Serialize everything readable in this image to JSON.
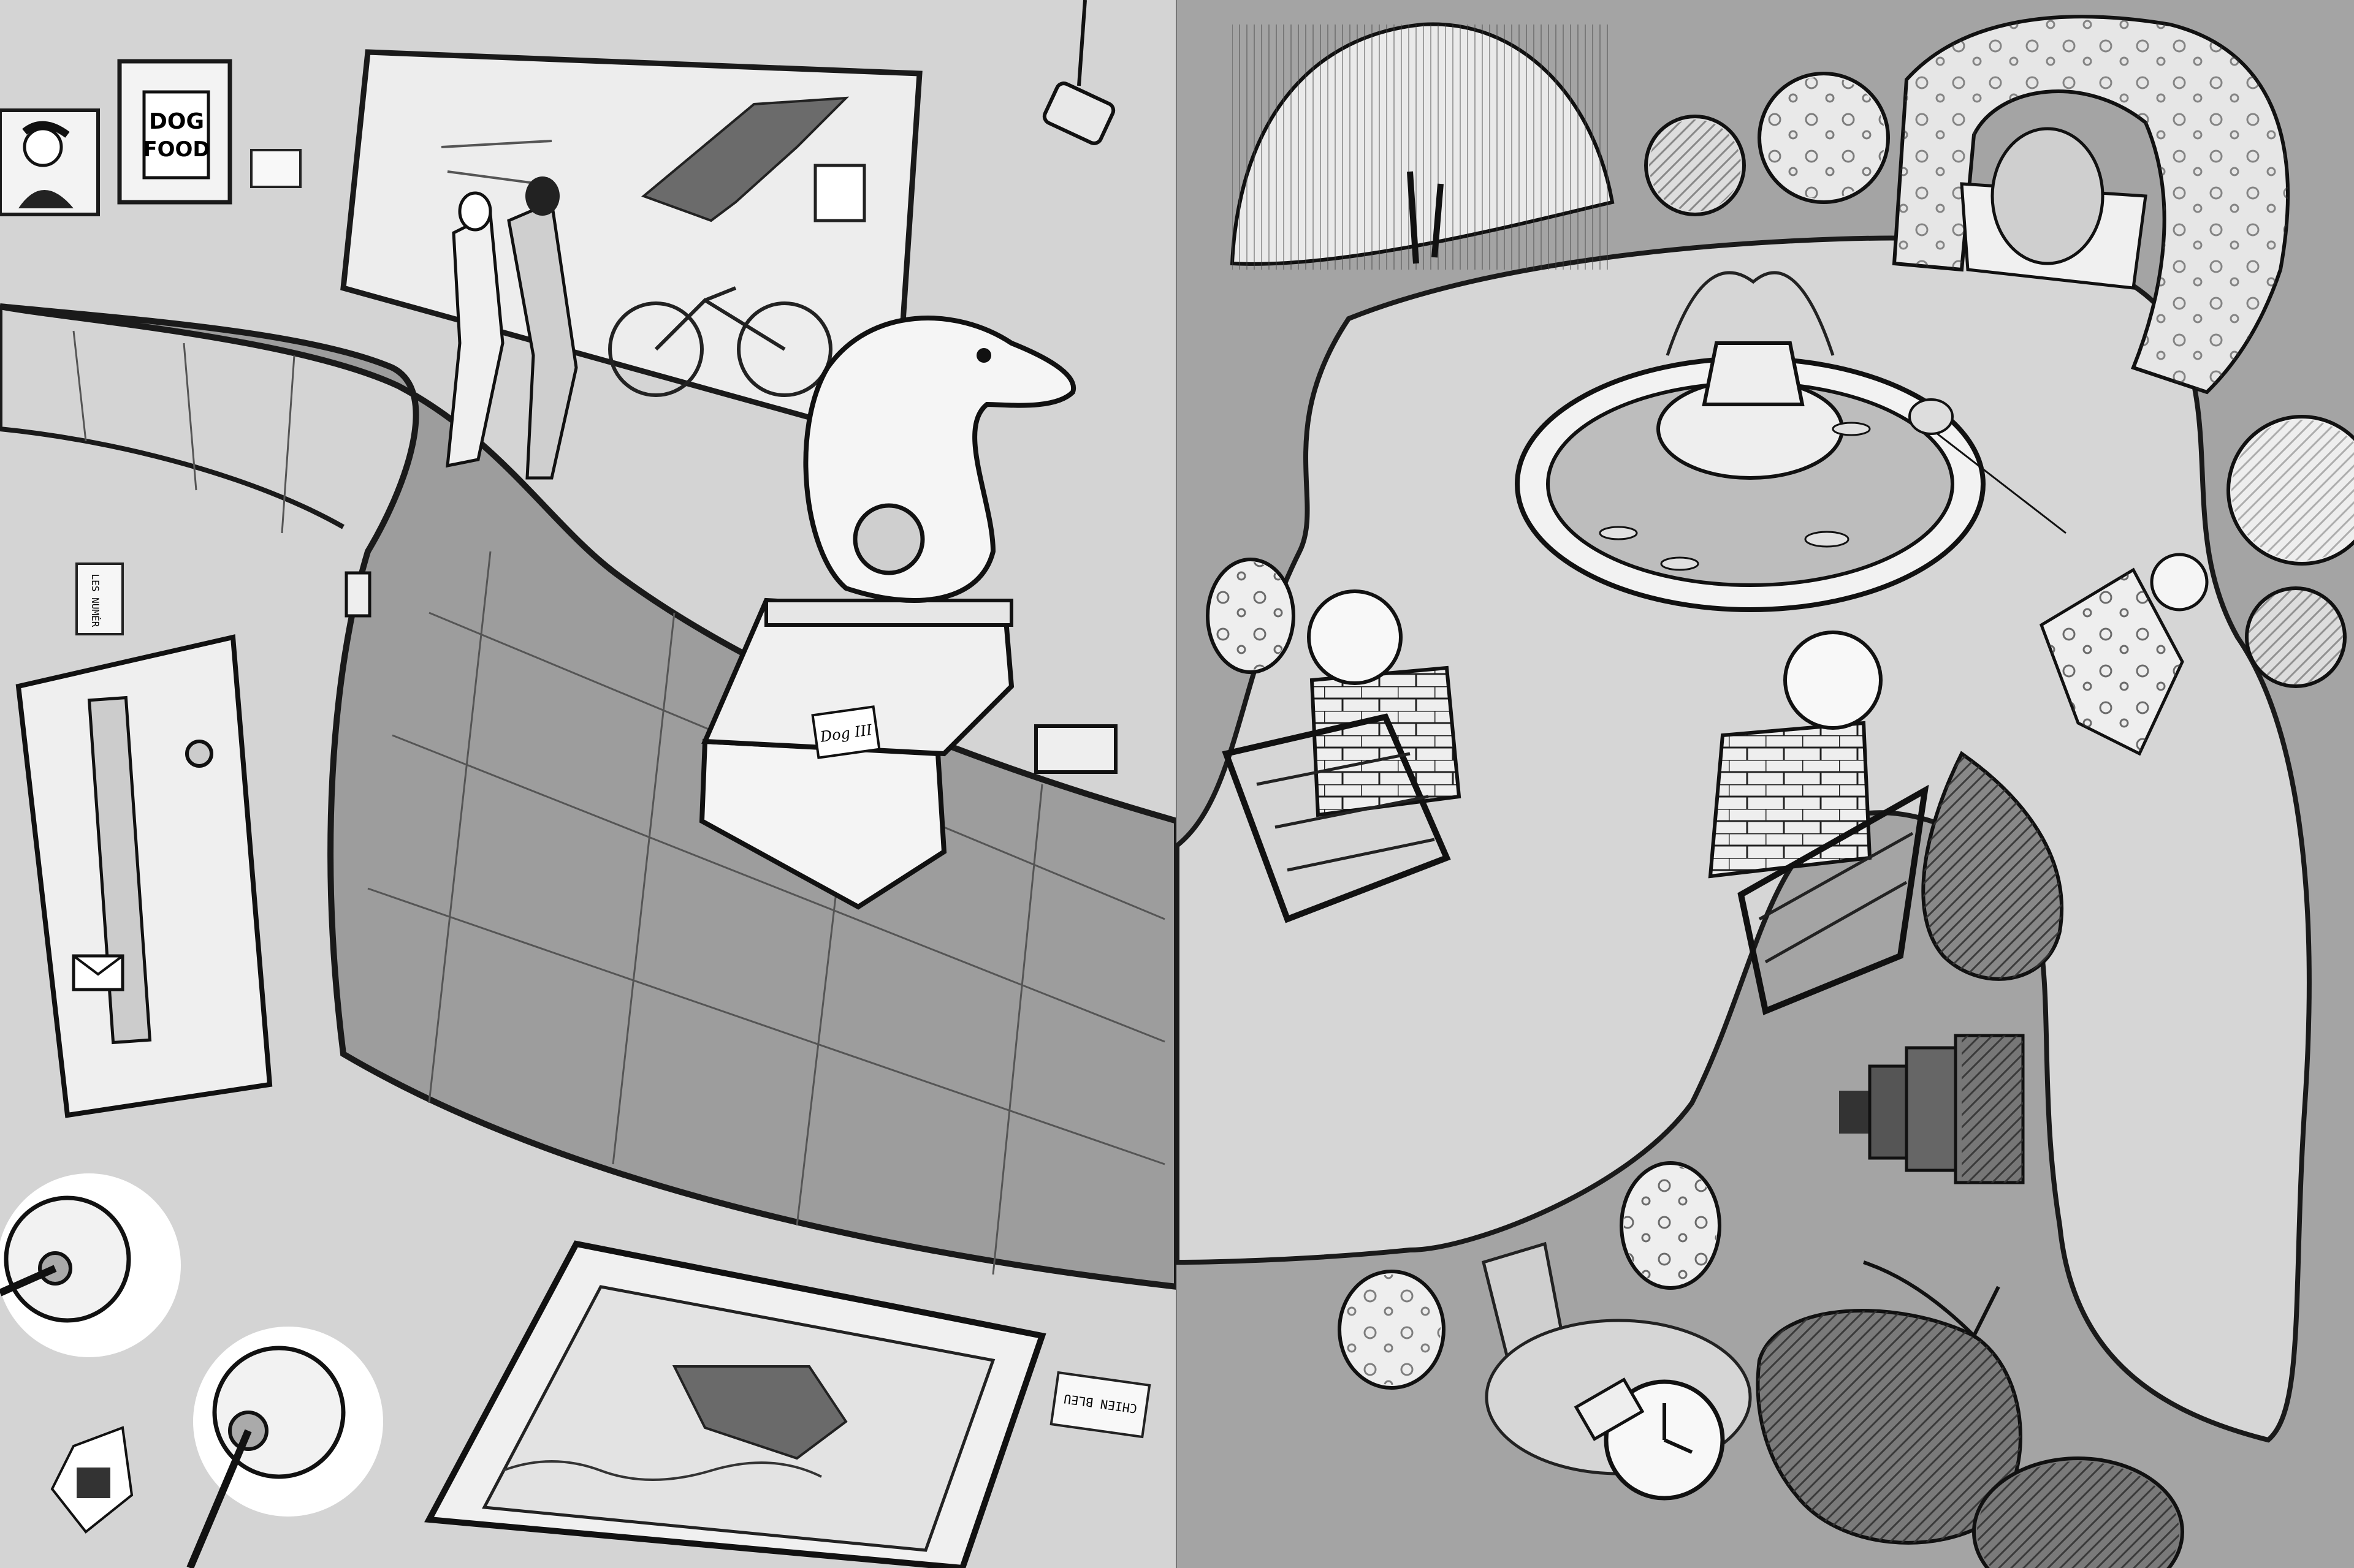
{
  "illustration": {
    "style": "pencil-sketch",
    "left_panel": "museum gallery",
    "right_panel": "garden with fountain"
  },
  "texts": {
    "dog_food_line1": "DOG",
    "dog_food_line2": "FOOD",
    "statue_plaque": "Dog III",
    "wall_card": "LES NUMÉR",
    "label_card": "CHIEN BLEU"
  },
  "colors": {
    "wall": "#d4d4d4",
    "floor": "#9d9d9d",
    "garden_grass": "#a4a4a4",
    "garden_path": "#d6d6d6",
    "ink": "#1a1a1a",
    "paper": "#f3f3f3"
  }
}
